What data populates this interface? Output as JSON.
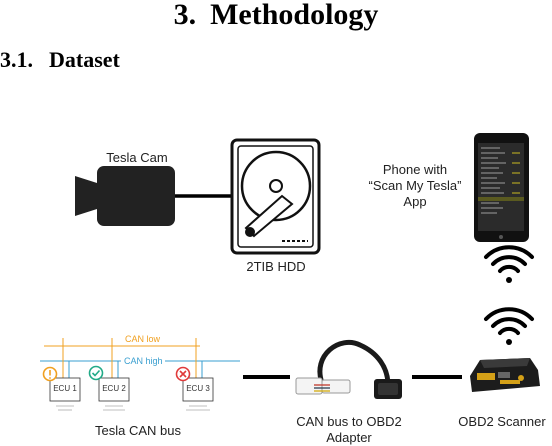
{
  "heading": {
    "number": "3.",
    "title": "Methodology"
  },
  "subheading": {
    "number": "3.1.",
    "title": "Dataset"
  },
  "figure": {
    "tesla_cam": "Tesla Cam",
    "hdd": "2TIB HDD",
    "phone_line1": "Phone with",
    "phone_line2": "“Scan My Tesla”",
    "phone_line3": "App",
    "can_low": "CAN low",
    "can_high": "CAN high",
    "ecu1": "ECU 1",
    "ecu2": "ECU 2",
    "ecu3": "ECU 3",
    "tesla_can_bus": "Tesla CAN bus",
    "adapter_line1": "CAN bus to OBD2",
    "adapter_line2": "Adapter",
    "scanner": "OBD2 Scanner"
  },
  "colors": {
    "can_low": "#f0a020",
    "can_high": "#3a9fd0",
    "ok": "#22aa88",
    "warn": "#f0a020",
    "err": "#e03a3a"
  }
}
